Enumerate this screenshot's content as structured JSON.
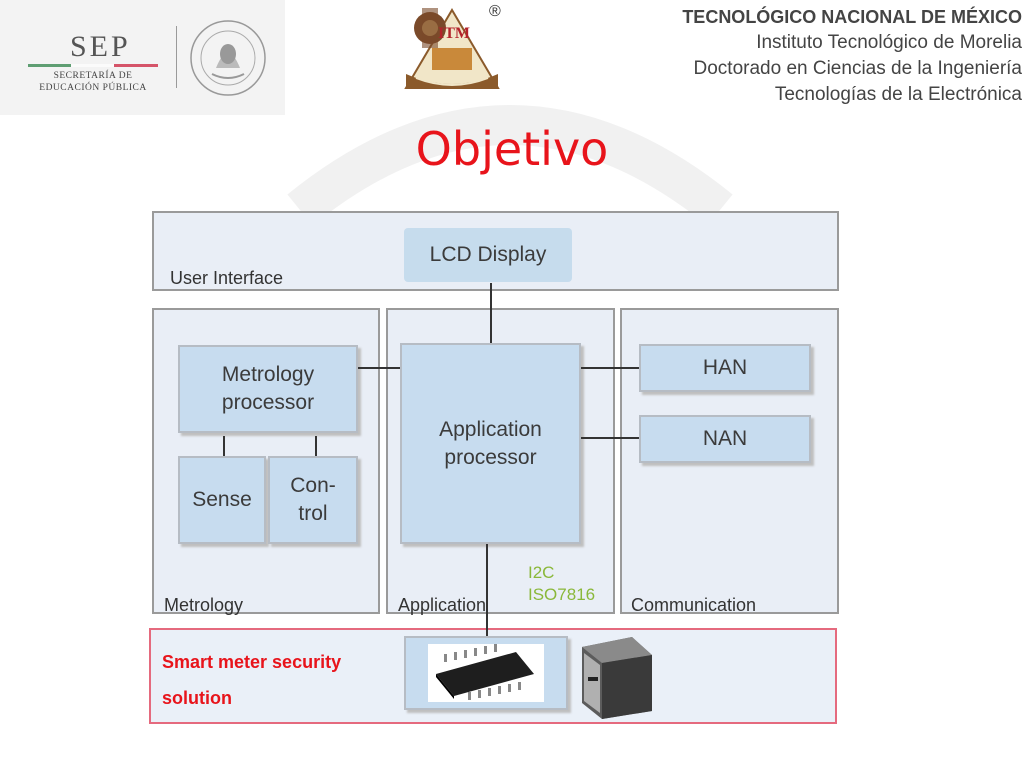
{
  "header": {
    "sep_name": "SEP",
    "sep_subtitle_1": "SECRETARÍA DE",
    "sep_subtitle_2": "EDUCACIÓN PÚBLICA",
    "registered_mark": "®",
    "lines": [
      "TECNOLÓGICO NACIONAL DE MÉXICO",
      "Instituto Tecnológico de Morelia",
      "Doctorado en Ciencias de la Ingeniería",
      "Tecnologías de la Electrónica"
    ]
  },
  "title": "Objetivo",
  "diagram": {
    "user_interface": {
      "label": "User Interface",
      "lcd": "LCD Display"
    },
    "metrology": {
      "label": "Metrology",
      "processor_line1": "Metrology",
      "processor_line2": "processor",
      "sense": "Sense",
      "control_line1": "Con-",
      "control_line2": "trol"
    },
    "application": {
      "label": "Application",
      "processor_line1": "Application",
      "processor_line2": "processor",
      "bus_line1": "I2C",
      "bus_line2": "ISO7816"
    },
    "communication": {
      "label": "Communication",
      "han": "HAN",
      "nan": "NAN"
    },
    "security": {
      "label_line1": "Smart meter security",
      "label_line2": "solution"
    }
  },
  "icons": {
    "seal": "mexican-coat-of-arms-icon",
    "itm": "itm-logo-icon",
    "chip": "chip-icon",
    "safe": "safe-icon"
  },
  "colors": {
    "title": "#e8141b",
    "region_fill": "#e9eef6",
    "component_fill": "#c7dcef",
    "security_border": "#e56a7e",
    "bus_text": "#8ab83a"
  }
}
